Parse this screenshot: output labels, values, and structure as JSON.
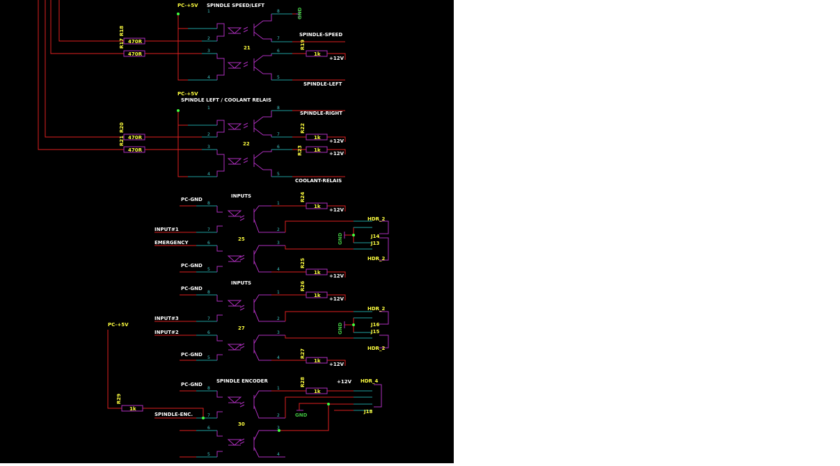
{
  "net_labels": {
    "pc5v_1": "PC-+5V",
    "title_1": "SPINDLE SPEED/LEFT",
    "gnd_1": "GND",
    "spindle_speed": "SPINDLE-SPEED",
    "spindle_left": "SPINDLE-LEFT",
    "p12v_1": "+12V",
    "pc5v_2": "PC-+5V",
    "title_2": "SPINDLE LEFT / COOLANT RELAIS",
    "spindle_right": "SPINDLE-RIGHT",
    "p12v_2": "+12V",
    "p12v_3": "+12V",
    "coolant_relais": "COOLANT-RELAIS",
    "inputs_1": "INPUTS",
    "pcgnd_1": "PC-GND",
    "input1": "INPUT#1",
    "emergency": "EMERGENCY",
    "pcgnd_2": "PC-GND",
    "p12v_4": "+12V",
    "p12v_5": "+12V",
    "gnd_2": "GND",
    "inputs_2": "INPUTS",
    "pcgnd_3": "PC-GND",
    "input3": "INPUT#3",
    "input2": "INPUT#2",
    "pcgnd_4": "PC-GND",
    "p12v_6": "+12V",
    "p12v_7": "+12V",
    "gnd_3": "GND",
    "pc5v_3": "PC-+5V",
    "pcgnd_5": "PC-GND",
    "title_3": "SPINDLE ENCODER",
    "spindle_enc": "SPINDLE-ENC.",
    "p12v_8": "+12V",
    "gnd_4": "GND"
  },
  "components": {
    "r17": "R17",
    "r18": "R18",
    "r17_val": "470R",
    "r18_val": "470R",
    "r19": "R19",
    "r19_val": "1k",
    "u21": "21",
    "r20": "R20",
    "r21": "R21",
    "r20_val": "470R",
    "r21_val": "470R",
    "r22": "R22",
    "r22_val": "1k",
    "r23": "R23",
    "r23_val": "1k",
    "u22": "22",
    "r24": "R24",
    "r24_val": "1k",
    "u25": "25",
    "r25": "R25",
    "r25_val": "1k",
    "hdr2_a": "HDR_2",
    "hdr2_b": "HDR_2",
    "j14": "J14",
    "j13": "J13",
    "r26": "R26",
    "r26_val": "1k",
    "u27": "27",
    "r27": "R27",
    "r27_val": "1k",
    "hdr2_c": "HDR_2",
    "hdr2_d": "HDR_2",
    "j16": "J16",
    "j15": "J15",
    "r29": "R29",
    "r29_val": "1k",
    "r28": "R28",
    "r28_val": "1k",
    "u30": "30",
    "hdr4": "HDR_4",
    "j18": "J18"
  }
}
